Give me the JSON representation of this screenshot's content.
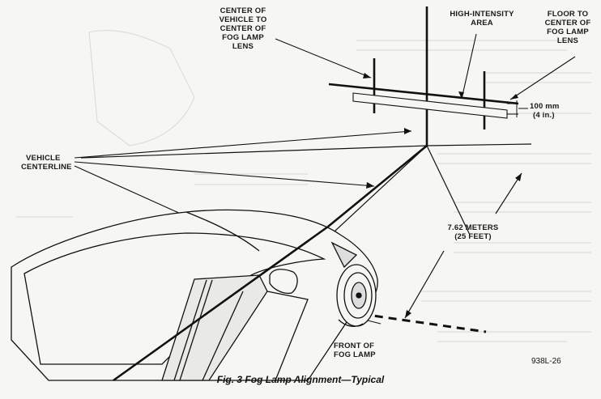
{
  "labels": {
    "center_vehicle": [
      "CENTER OF",
      "VEHICLE TO",
      "CENTER OF",
      "FOG LAMP",
      "LENS"
    ],
    "high_intensity": [
      "HIGH-INTENSITY",
      "AREA"
    ],
    "floor_to_center": [
      "FLOOR TO",
      "CENTER OF",
      "FOG LAMP",
      "LENS"
    ],
    "offset_mm": "100 mm",
    "offset_in": "(4 in.)",
    "vehicle_centerline": [
      "VEHICLE",
      "CENTERLINE"
    ],
    "distance_m": "7.62 METERS",
    "distance_ft": "(25 FEET)",
    "front_fog_lamp": [
      "FRONT OF",
      "FOG LAMP"
    ]
  },
  "figure_id": "938L-26",
  "caption": "Fig. 3 Fog Lamp Alignment—Typical",
  "colors": {
    "ink": "#111111",
    "background": "#f6f6f3",
    "bleed_text": "#bdbdb8"
  }
}
